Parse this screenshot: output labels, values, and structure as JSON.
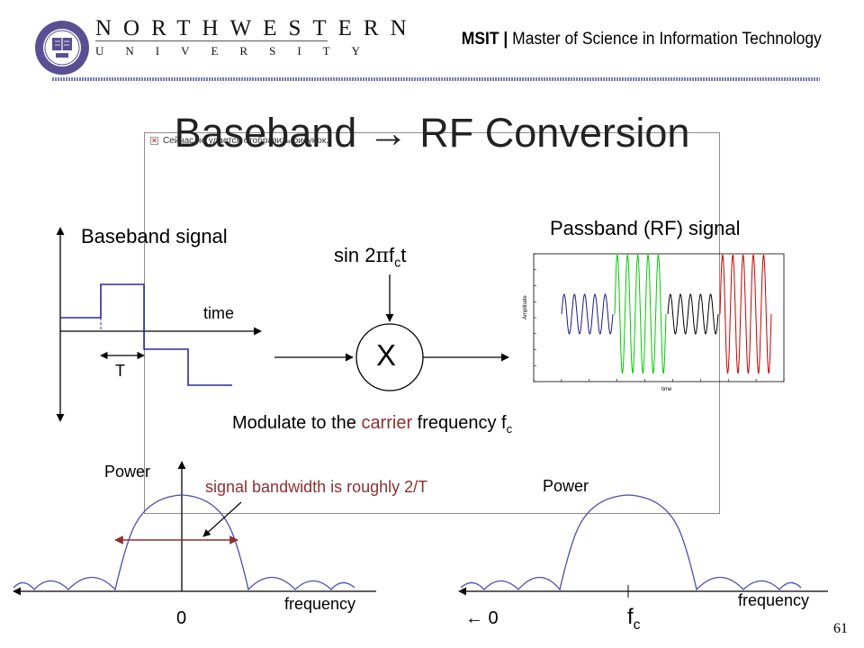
{
  "header": {
    "wordmark_line1": "NORTHWESTERN",
    "wordmark_line2": "UNIVERSITY",
    "program_abbr": "MSIT",
    "program_sep": "|",
    "program_name": "Master of Science in Information Technology",
    "seal_colors": {
      "seal": "#5a4f92",
      "rule": "#7a7ab8"
    }
  },
  "broken_image": {
    "text": "Сейчас не удается отобразить рисунок."
  },
  "title": "Baseband  →  RF Conversion",
  "labels": {
    "baseband_signal": "Baseband signal",
    "time": "time",
    "period": "T",
    "mixer": "X",
    "carrier_sin": "sin 2",
    "carrier_pi": "π",
    "carrier_f": "f",
    "carrier_sub": "c",
    "carrier_t": "t",
    "passband_signal": "Passband (RF) signal",
    "modulate_prefix": "Modulate to the ",
    "modulate_carrier": "carrier",
    "modulate_mid": " frequency f",
    "modulate_sub": "c",
    "power_left": "Power",
    "power_right": "Power",
    "bandwidth_note": "signal bandwidth is roughly 2/T",
    "freq_left": "frequency",
    "freq_right": "frequency",
    "zero_left": "0",
    "zero_right": "← 0",
    "fc_f": "f",
    "fc_sub": "c"
  },
  "colors": {
    "spectrum": "#4c4cb0",
    "baseband_line": "#2a2aa0",
    "accent_red": "#8c3030",
    "rf_series": [
      "#1a1a8c",
      "#00cc00",
      "#000000",
      "#cc0000"
    ]
  },
  "page_number": "61"
}
